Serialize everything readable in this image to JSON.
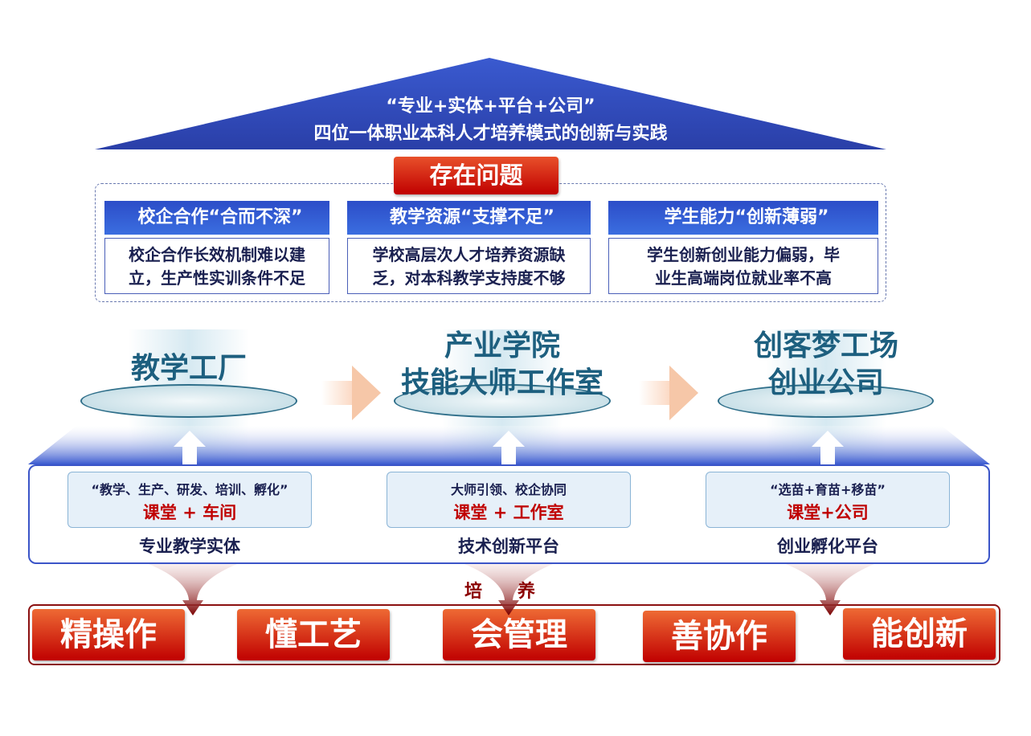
{
  "header": {
    "line1": "“专业+实体+平台+公司”",
    "line2": "四位一体职业本科人才培养模式的创新与实践"
  },
  "issues": {
    "badge": "存在问题",
    "items": [
      {
        "title": "校企合作“合而不深”",
        "text1": "校企合作长效机制难以建",
        "text2": "立，生产性实训条件不足"
      },
      {
        "title": "教学资源“支撑不足”",
        "text1": "学校高层次人才培养资源缺",
        "text2": "乏，对本科教学支持度不够"
      },
      {
        "title": "学生能力“创新薄弱”",
        "text1": "学生创新创业能力偏弱，毕",
        "text2": "业生高端岗位就业率不高"
      }
    ]
  },
  "stages": [
    {
      "line1": "教学工厂",
      "line2": ""
    },
    {
      "line1": "产业学院",
      "line2": "技能大师工作室"
    },
    {
      "line1": "创客梦工场",
      "line2": "创业公司"
    }
  ],
  "platforms": [
    {
      "subtitle": "“教学、生产、研发、培训、孵化”",
      "highlight": "课堂 + 车间",
      "label": "专业教学实体"
    },
    {
      "subtitle": "大师引领、校企协同",
      "highlight": "课堂 + 工作室",
      "label": "技术创新平台"
    },
    {
      "subtitle": "“选苗+育苗+移苗”",
      "highlight": "课堂+公司",
      "label": "创业孵化平台"
    }
  ],
  "cultivate": "培养",
  "skills": [
    "精操作",
    "懂工艺",
    "会管理",
    "善协作",
    "能创新"
  ],
  "colors": {
    "blue": "#2f4db8",
    "red": "#c00000",
    "teal": "#1d5f7f"
  }
}
